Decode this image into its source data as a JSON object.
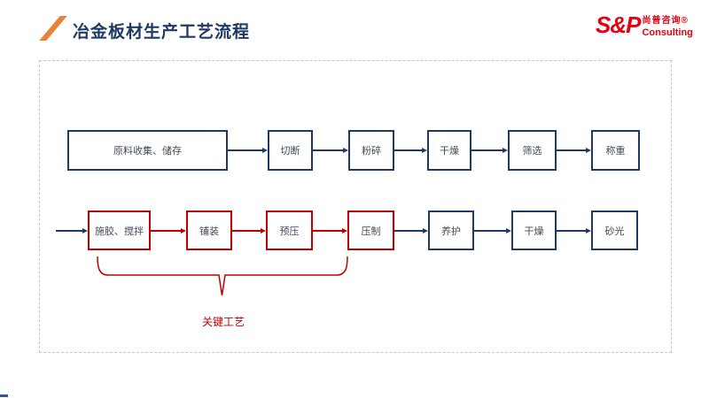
{
  "header": {
    "title": "冶金板材生产工艺流程",
    "logo": {
      "sp": "S&P",
      "cn": "尚普咨询®",
      "en": "Consulting"
    }
  },
  "flow": {
    "row1": [
      {
        "label": "原料收集、储存"
      },
      {
        "label": "切断"
      },
      {
        "label": "粉碎"
      },
      {
        "label": "干燥"
      },
      {
        "label": "筛选"
      },
      {
        "label": "称重"
      }
    ],
    "row2": [
      {
        "label": "施胶、搅拌",
        "key": true
      },
      {
        "label": "铺装",
        "key": true
      },
      {
        "label": "预压",
        "key": true
      },
      {
        "label": "压制",
        "key": true
      },
      {
        "label": "养护",
        "key": false
      },
      {
        "label": "干燥",
        "key": false
      },
      {
        "label": "砂光",
        "key": false
      }
    ],
    "key_process_label": "关键工艺"
  },
  "colors": {
    "navy": "#1F3864",
    "red": "#C00000",
    "orange": "#E8823A",
    "logo_red": "#E60012",
    "box_text": "#414B58"
  }
}
